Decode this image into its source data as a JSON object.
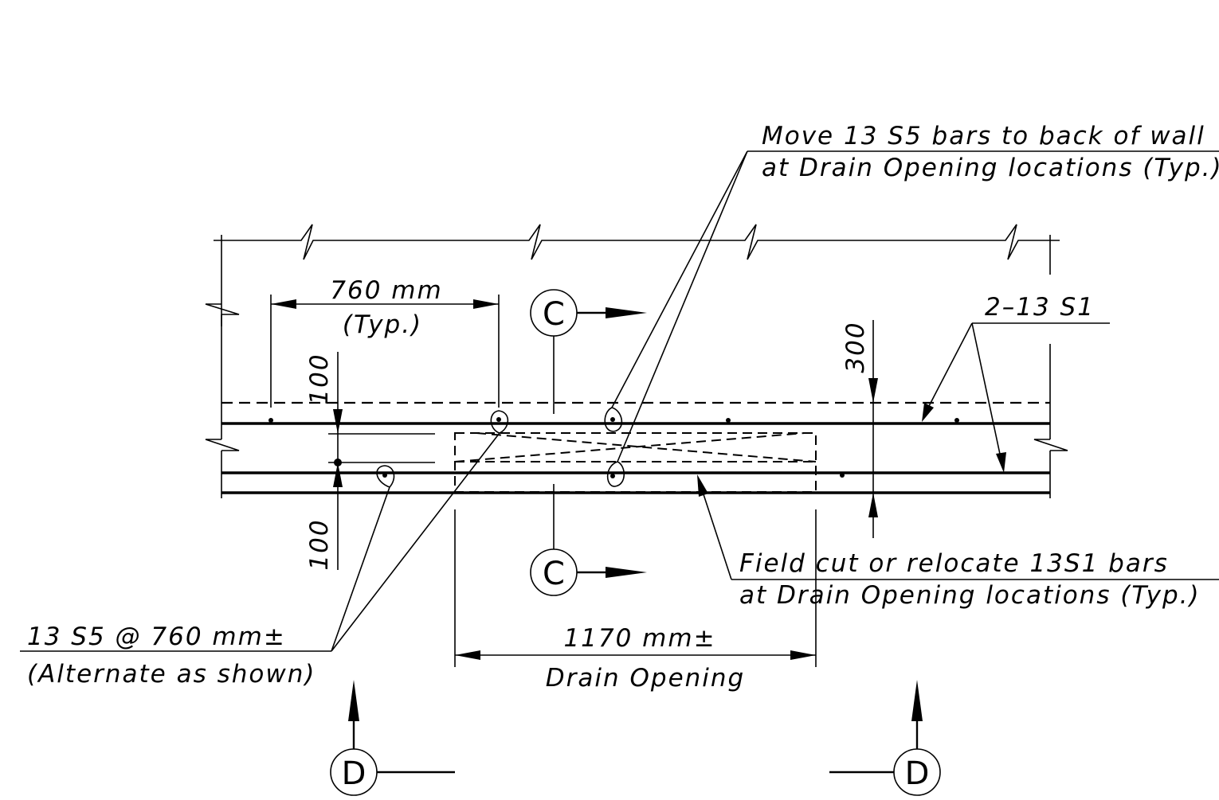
{
  "notes": {
    "move_bars_line1": "Move 13 S5 bars to back of wall",
    "move_bars_line2": "at Drain Opening locations (Typ.)",
    "field_cut_line1": "Field cut or relocate 13S1 bars",
    "field_cut_line2": "at Drain Opening locations (Typ.)",
    "s5_spacing_line1": "13 S5 @ 760 mm±",
    "s5_spacing_line2": "(Alternate as shown)",
    "s1_bars": "2–13 S1"
  },
  "dimensions": {
    "spacing_value": "760 mm",
    "spacing_typ": "(Typ.)",
    "top_cover": "100",
    "bottom_cover": "100",
    "height": "300",
    "drain_width": "1170 mm±",
    "drain_label": "Drain Opening"
  },
  "section_markers": {
    "c_top": "C",
    "c_bottom": "C",
    "d_left": "D",
    "d_right": "D"
  }
}
